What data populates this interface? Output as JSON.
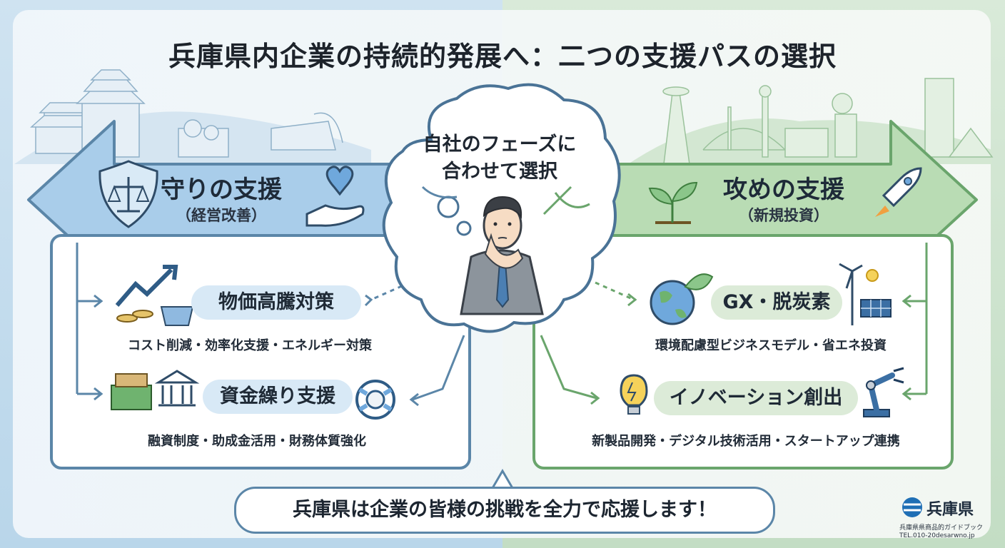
{
  "title": "兵庫県内企業の持続的発展へ：二つの支援パスの選択",
  "center_bubble": {
    "line1": "自社のフェーズに",
    "line2": "合わせて選択"
  },
  "left": {
    "heading": "守りの支援",
    "subheading": "（経営改善）",
    "items": [
      {
        "label": "物価高騰対策",
        "desc": "コスト削減・効率化支援・エネルギー対策"
      },
      {
        "label": "資金繰り支援",
        "desc": "融資制度・助成金活用・財務体質強化"
      }
    ],
    "color": "#5b86a8"
  },
  "right": {
    "heading": "攻めの支援",
    "subheading": "（新規投資）",
    "items": [
      {
        "label": "GX・脱炭素",
        "desc": "環境配慮型ビジネスモデル・省エネ投資"
      },
      {
        "label": "イノベーション創出",
        "desc": "新製品開発・デジタル技術活用・スタートアップ連携"
      }
    ],
    "color": "#6aa56c"
  },
  "banner": "兵庫県は企業の皆様の挑戦を全力で応援します！",
  "footer_logo": {
    "name": "兵庫県",
    "line1": "兵庫県県商品的ガイドブック",
    "line2": "TEL.010-20desarwno.jp"
  }
}
